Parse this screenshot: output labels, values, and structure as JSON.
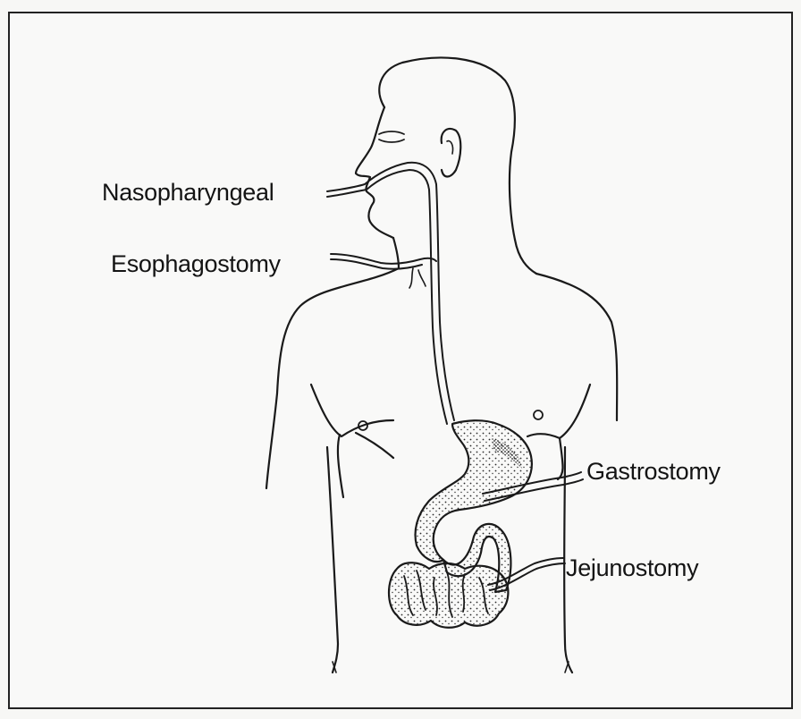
{
  "labels": {
    "nasopharyngeal": "Nasopharyngeal",
    "esophagostomy": "Esophagostomy",
    "gastrostomy": "Gastrostomy",
    "jejunostomy": "Jejunostomy"
  },
  "colors": {
    "line": "#1a1a1a",
    "stipple": "#2a2a2a",
    "background": "#f9f9f8"
  }
}
